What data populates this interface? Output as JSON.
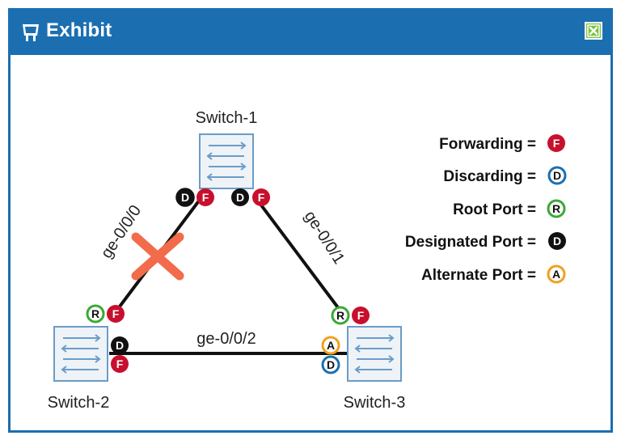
{
  "window": {
    "title": "Exhibit",
    "title_icon": "projector-screen-icon",
    "close_icon": "close-x-icon"
  },
  "colors": {
    "titlebar": "#1b6fb1",
    "forwarding": "#c8102e",
    "discarding": "#1b6fb1",
    "root_port": "#3aa935",
    "designated_port": "#111111",
    "alternate_port": "#f0a020",
    "failed_link": "#f26b4a"
  },
  "switches": {
    "sw1": "Switch-1",
    "sw2": "Switch-2",
    "sw3": "Switch-3"
  },
  "links": {
    "l1": "ge-0/0/0",
    "l2": "ge-0/0/1",
    "l3": "ge-0/0/2"
  },
  "badges": {
    "F": "F",
    "D": "D",
    "R": "R",
    "A": "A"
  },
  "legend": {
    "forwarding": "Forwarding =",
    "discarding": "Discarding =",
    "root": "Root Port =",
    "designated": "Designated Port =",
    "alternate": "Alternate Port ="
  }
}
